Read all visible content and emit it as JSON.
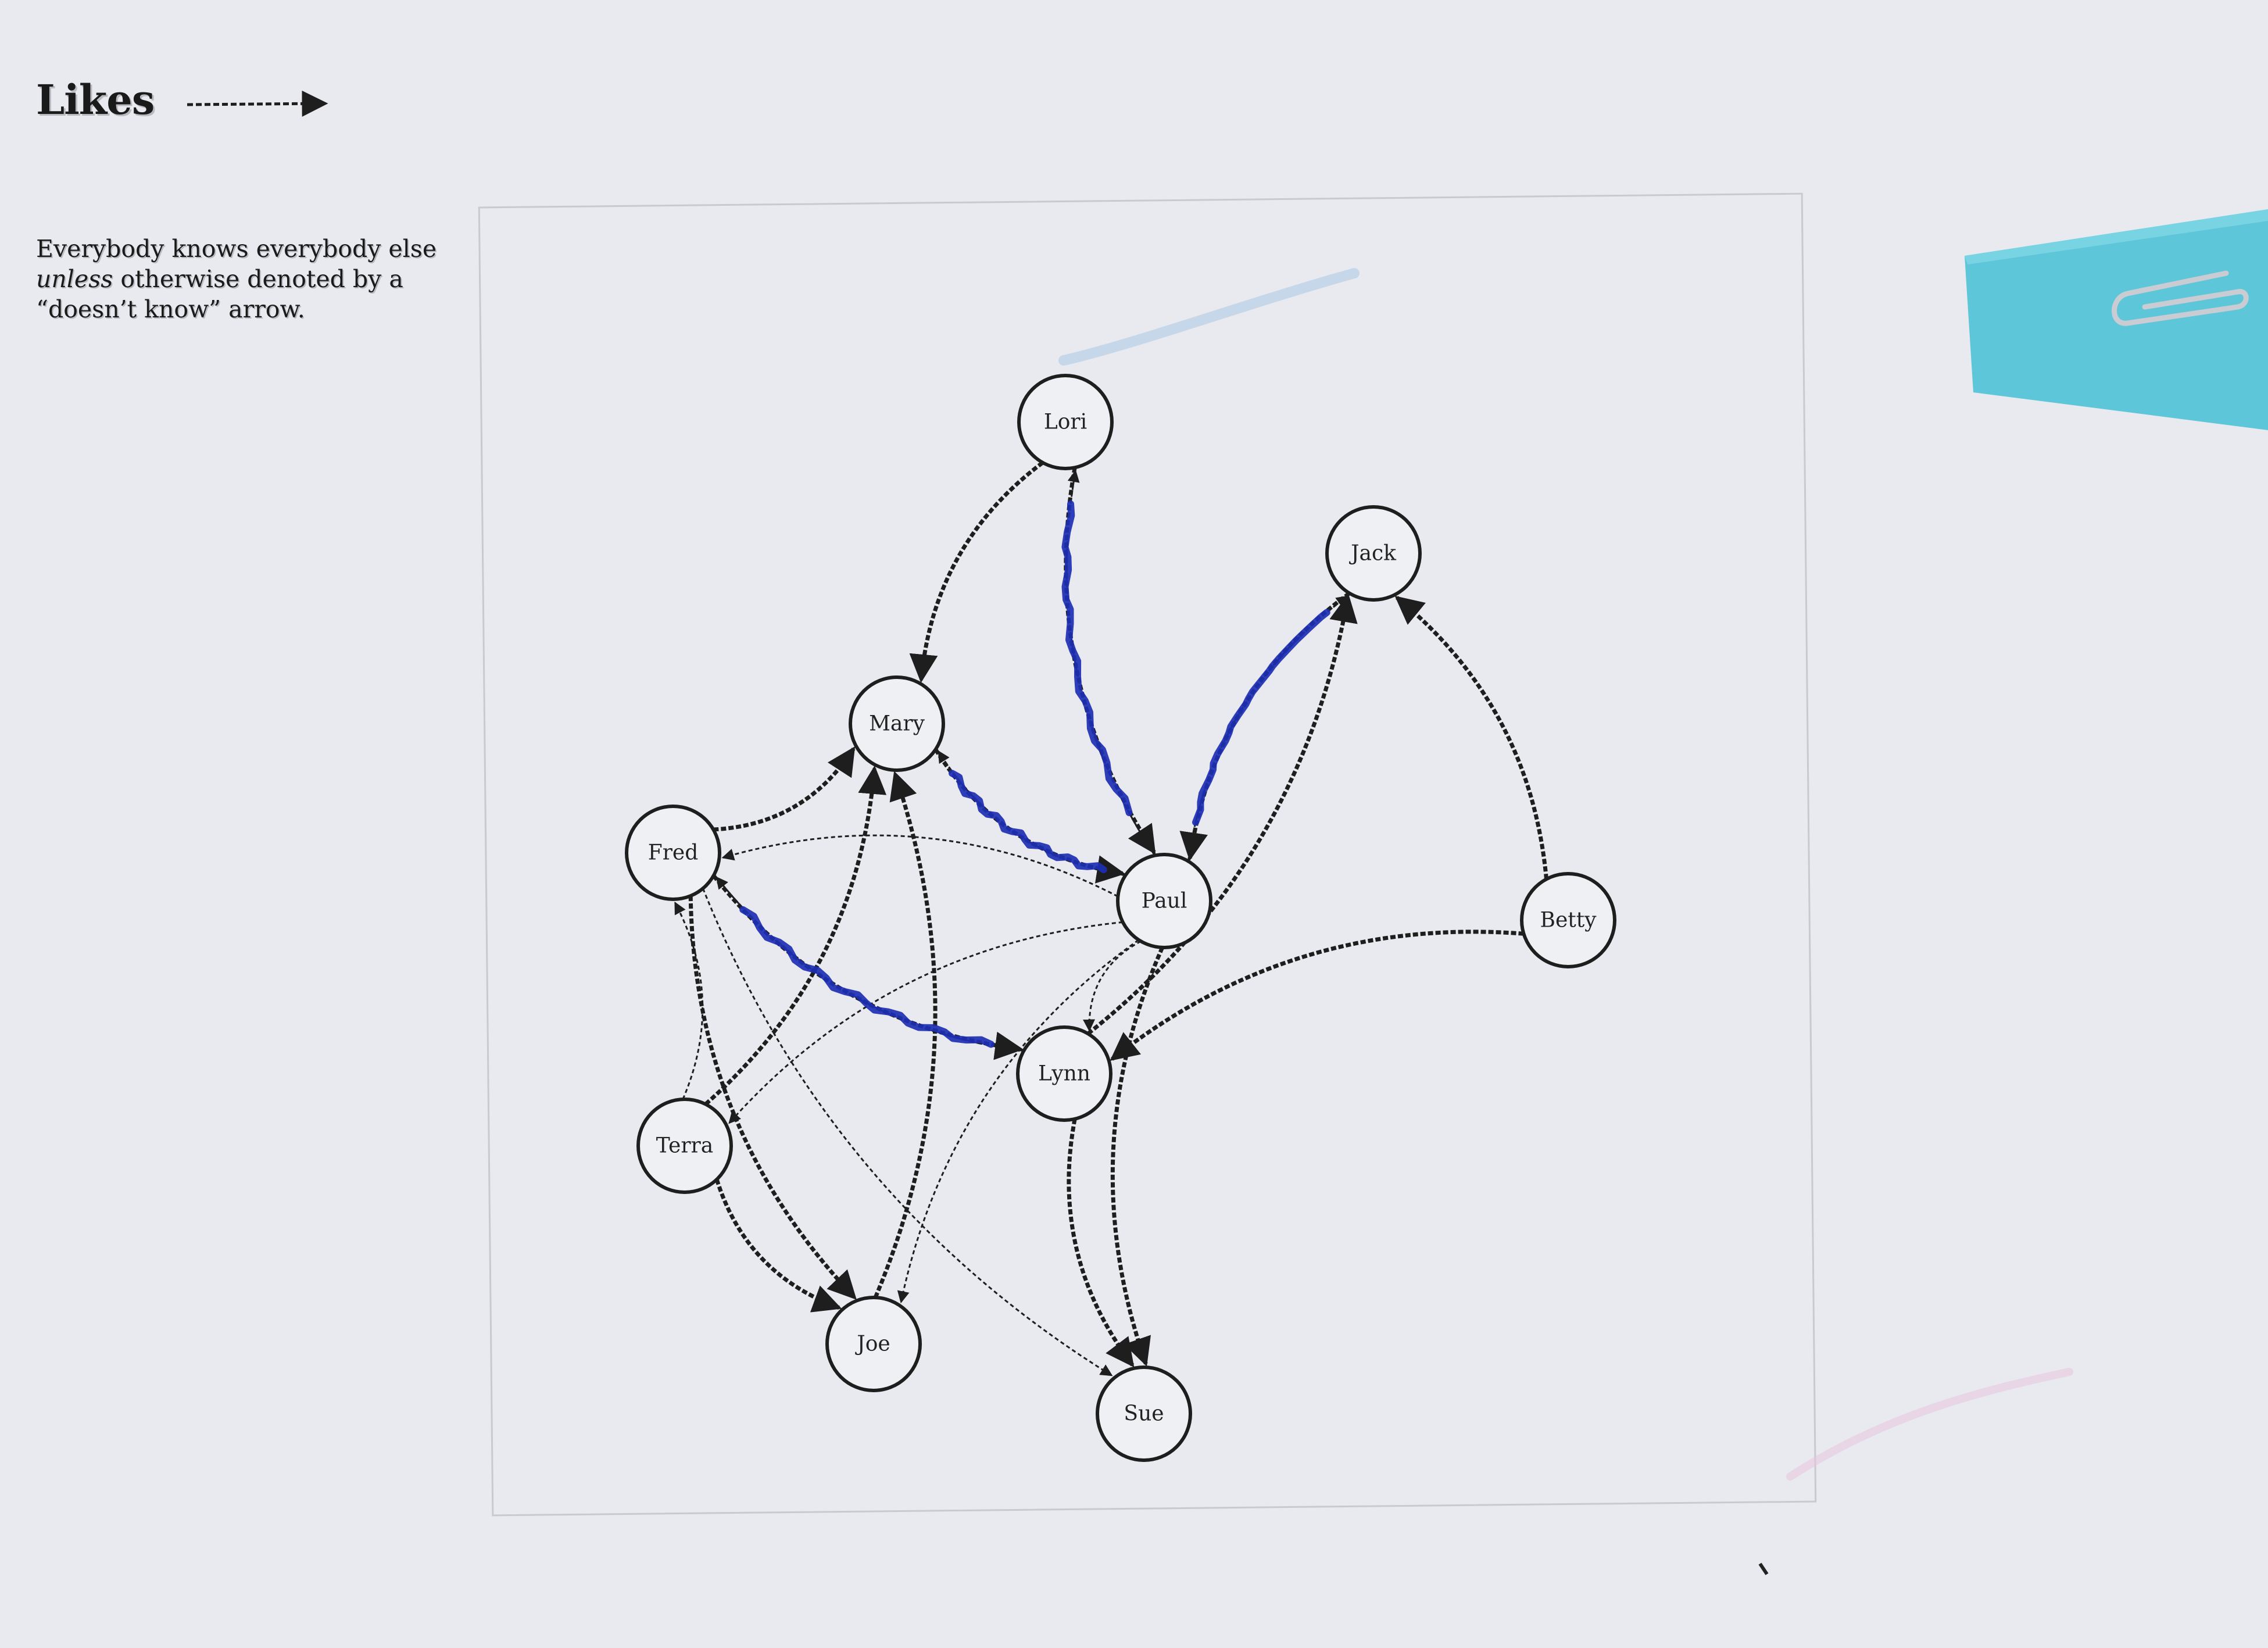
{
  "legend": {
    "title": "Likes",
    "note_part1": "Everybody knows everybody else ",
    "note_emphasis": "unless",
    "note_part2": " otherwise denoted by a “doesn’t know” arrow."
  },
  "colors": {
    "paper": "#e9eaef",
    "ink": "#1e1e1e",
    "marker_blue": "#1d2fb3",
    "tab_cyan": "#5ec6d9"
  },
  "nodes": [
    {
      "id": "lori",
      "label": "Lori"
    },
    {
      "id": "jack",
      "label": "Jack"
    },
    {
      "id": "mary",
      "label": "Mary"
    },
    {
      "id": "fred",
      "label": "Fred"
    },
    {
      "id": "paul",
      "label": "Paul"
    },
    {
      "id": "betty",
      "label": "Betty"
    },
    {
      "id": "lynn",
      "label": "Lynn"
    },
    {
      "id": "terra",
      "label": "Terra"
    },
    {
      "id": "joe",
      "label": "Joe"
    },
    {
      "id": "sue",
      "label": "Sue"
    }
  ],
  "edges": [
    {
      "from": "lori",
      "to": "mary",
      "style": "likes"
    },
    {
      "from": "lori",
      "to": "paul",
      "style": "likes"
    },
    {
      "from": "paul",
      "to": "lori",
      "style": "doesnt-know",
      "highlight": true
    },
    {
      "from": "jack",
      "to": "paul",
      "style": "likes"
    },
    {
      "from": "paul",
      "to": "jack",
      "style": "doesnt-know",
      "highlight": true
    },
    {
      "from": "mary",
      "to": "paul",
      "style": "likes",
      "highlight": true
    },
    {
      "from": "paul",
      "to": "mary",
      "style": "doesnt-know"
    },
    {
      "from": "fred",
      "to": "mary",
      "style": "likes"
    },
    {
      "from": "paul",
      "to": "fred",
      "style": "doesnt-know"
    },
    {
      "from": "fred",
      "to": "lynn",
      "style": "likes",
      "highlight": true
    },
    {
      "from": "fred",
      "to": "joe",
      "style": "likes"
    },
    {
      "from": "fred",
      "to": "sue",
      "style": "doesnt-know"
    },
    {
      "from": "paul",
      "to": "lynn",
      "style": "doesnt-know"
    },
    {
      "from": "paul",
      "to": "terra",
      "style": "doesnt-know"
    },
    {
      "from": "paul",
      "to": "sue",
      "style": "likes"
    },
    {
      "from": "paul",
      "to": "joe",
      "style": "doesnt-know"
    },
    {
      "from": "lynn",
      "to": "jack",
      "style": "likes"
    },
    {
      "from": "lynn",
      "to": "fred",
      "style": "doesnt-know"
    },
    {
      "from": "lynn",
      "to": "sue",
      "style": "likes"
    },
    {
      "from": "betty",
      "to": "jack",
      "style": "likes"
    },
    {
      "from": "betty",
      "to": "lynn",
      "style": "likes"
    },
    {
      "from": "terra",
      "to": "fred",
      "style": "doesnt-know"
    },
    {
      "from": "terra",
      "to": "mary",
      "style": "likes"
    },
    {
      "from": "terra",
      "to": "joe",
      "style": "likes"
    },
    {
      "from": "joe",
      "to": "mary",
      "style": "likes"
    }
  ]
}
